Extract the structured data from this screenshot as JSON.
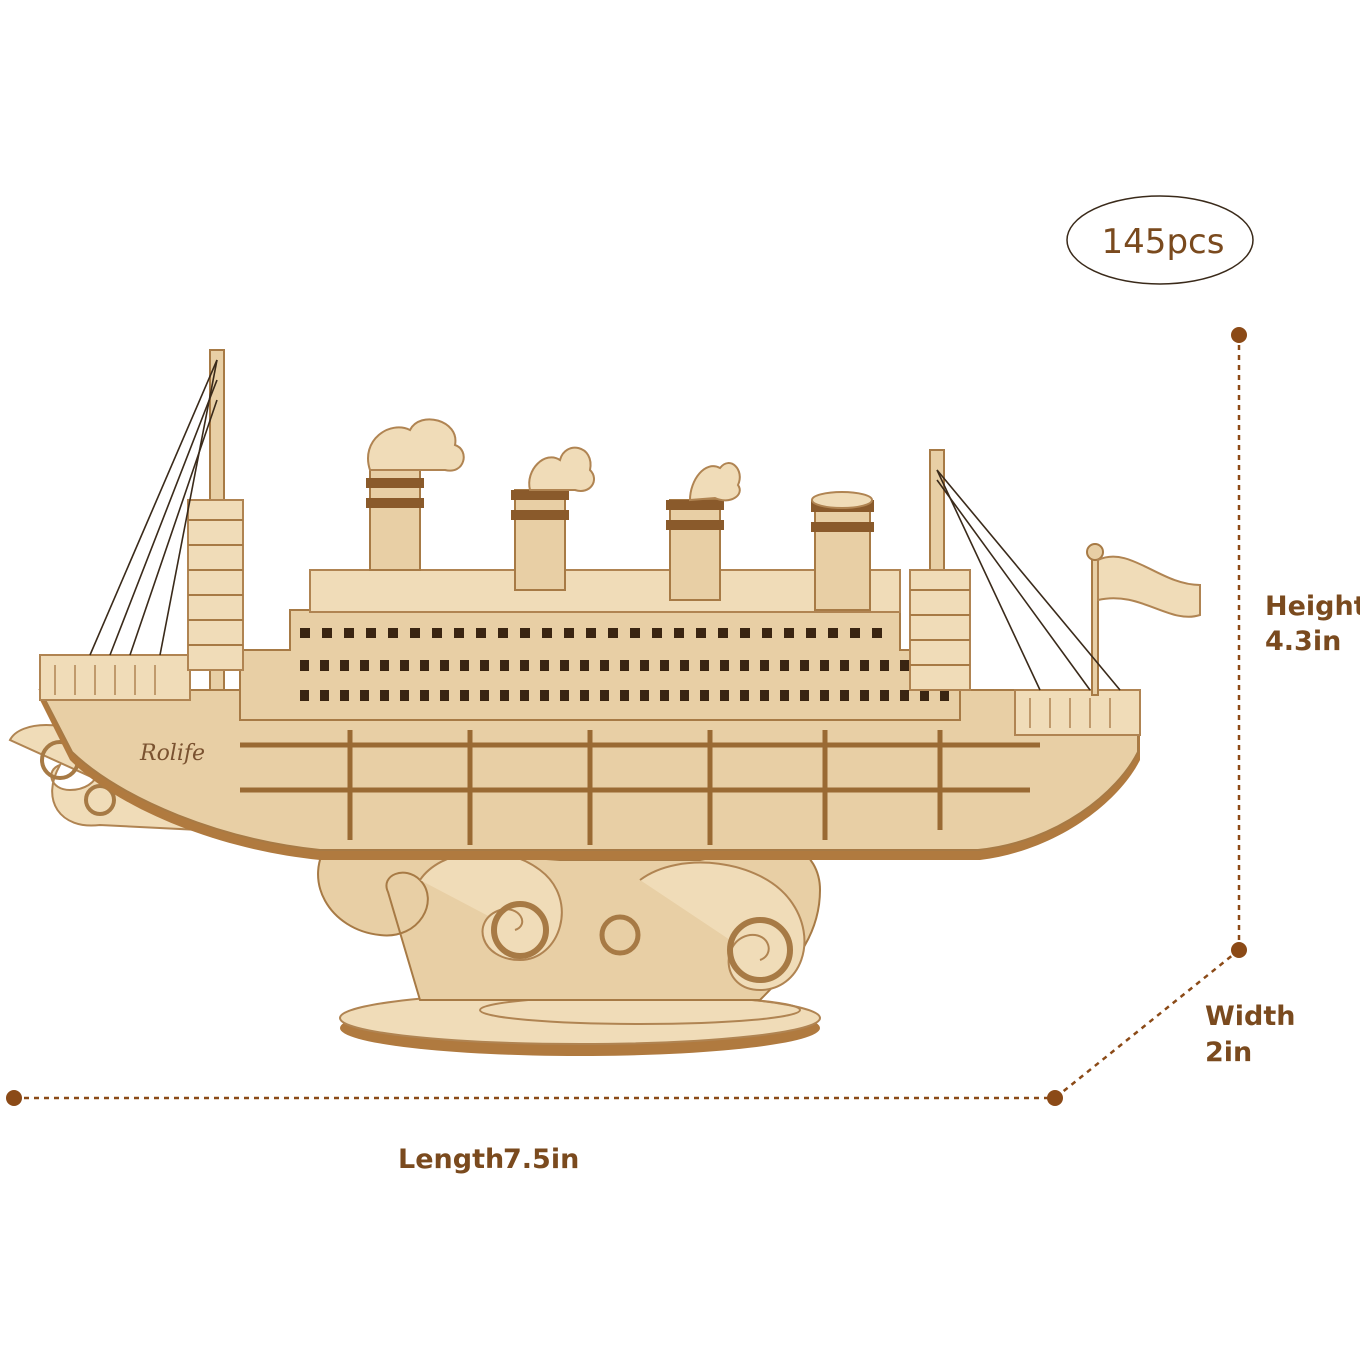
{
  "piece_count": "145pcs",
  "dimensions": {
    "height_label": "Height",
    "height_value": "4.3in",
    "width_label": "Width",
    "width_value": "2in",
    "length_label": "Length",
    "length_value": "7.5in"
  },
  "brand_mark": "Rolife",
  "colors": {
    "accent": "#8b4a17",
    "text": "#7a4a1e",
    "wood": "#e8cfa5"
  }
}
